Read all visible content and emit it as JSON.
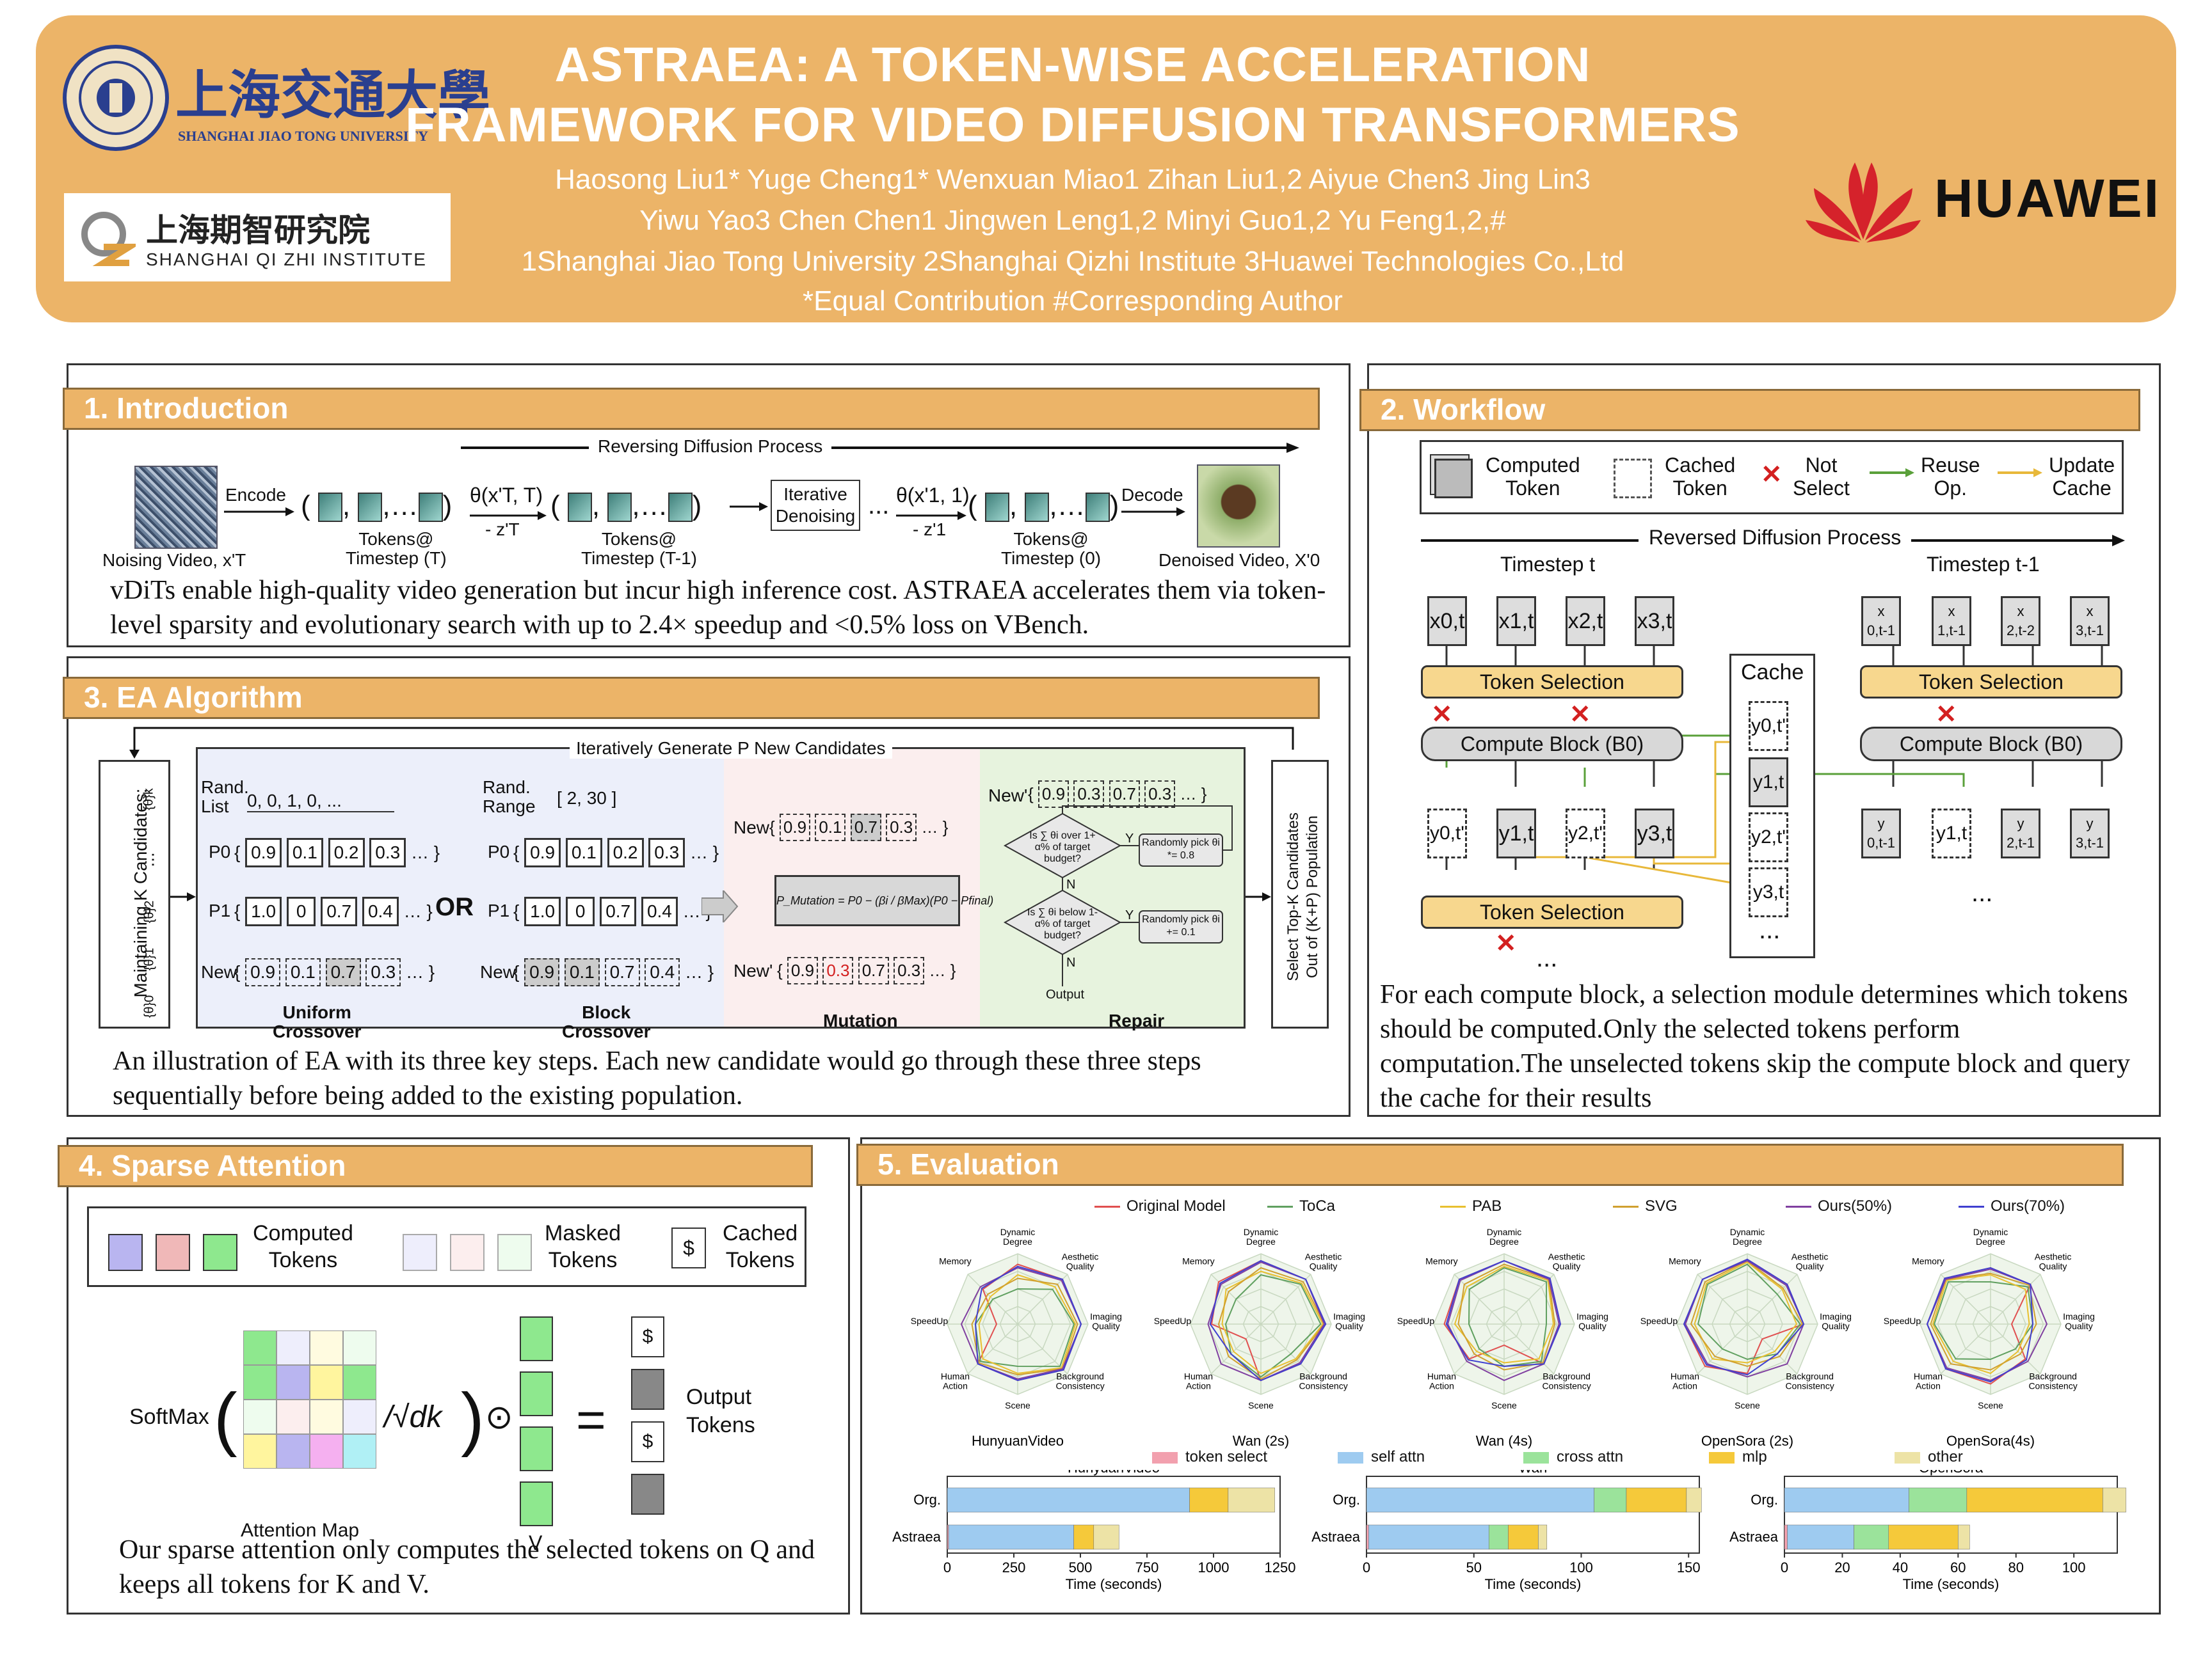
{
  "header": {
    "title_line1": "ASTRAEA: A TOKEN-WISE ACCELERATION",
    "title_line2": "FRAMEWORK FOR VIDEO DIFFUSION TRANSFORMERS",
    "authors_line1": "Haosong Liu1* Yuge Cheng1* Wenxuan Miao1 Zihan Liu1,2 Aiyue Chen3 Jing Lin3",
    "authors_line2": "Yiwu Yao3 Chen Chen1 Jingwen Leng1,2 Minyi Guo1,2 Yu Feng1,2,#",
    "affiliations": "1Shanghai Jiao Tong University  2Shanghai Qizhi Institute  3Huawei Technologies Co.,Ltd",
    "notes": "*Equal Contribution  #Corresponding Author",
    "sjtu_cn": "上海交通大學",
    "sjtu_en": "SHANGHAI JIAO TONG UNIVERSITY",
    "qizhi_cn": "上海期智研究院",
    "qizhi_en": "SHANGHAI QI ZHI INSTITUTE",
    "huawei": "HUAWEI"
  },
  "intro": {
    "title": "1. Introduction",
    "process_label": "Reversing Diffusion Process",
    "encode": "Encode",
    "decode": "Decode",
    "noising_video": "Noising Video, x'T",
    "denoised_video": "Denoised Video, X'0",
    "theta1": "θ(x'T, T)",
    "minus1": "- z'T",
    "theta2": "θ(x'1, 1)",
    "minus2": "- z'1",
    "tokens_t": "Tokens@\nTimestep (T)",
    "tokens_t1": "Tokens@\nTimestep (T-1)",
    "tokens_0": "Tokens@\nTimestep (0)",
    "iterative": "Iterative\nDenoising",
    "dots": "...",
    "caption": "vDiTs enable high-quality video generation but incur high inference cost. ASTRAEA accelerates them via token-level sparsity and evolutionary search with up to 2.4× speedup and <0.5% loss on VBench."
  },
  "workflow": {
    "title": "2. Workflow",
    "legend": [
      "Computed\nToken",
      "Cached\nToken",
      "Not\nSelect",
      "Reuse\nOp.",
      "Update\nCache"
    ],
    "process_label": "Reversed Diffusion Process",
    "timestep_t": "Timestep t",
    "timestep_t1": "Timestep t-1",
    "xt": [
      "x0,t",
      "x1,t",
      "x2,t",
      "x3,t"
    ],
    "xt1": [
      "x\n0,t-1",
      "x\n1,t-1",
      "x\n2,t-2",
      "x\n3,t-1"
    ],
    "token_selection": "Token Selection",
    "compute_block": "Compute Block (B0)",
    "cache": "Cache",
    "cache_items": [
      "y0,t'",
      "y1,t",
      "y2,t'",
      "y3,t"
    ],
    "yt": [
      "y0,t'",
      "y1,t",
      "y2,t'",
      "y3,t"
    ],
    "yt1": [
      "y\n0,t-1",
      "y1,t",
      "y\n2,t-1",
      "y\n3,t-1"
    ],
    "dots": "...",
    "caption": "For each compute block, a selection module determines which tokens should be computed.Only the selected tokens perform computation.The unselected tokens skip the compute block and query the cache for their results"
  },
  "ea": {
    "title": "3. EA Algorithm",
    "maintaining": "Maintaining K Candidates:",
    "theta_labels": [
      "{θ}k",
      "...",
      "{θ}2",
      "{θ}1",
      "{θ}0"
    ],
    "iter_label": "Iteratively Generate P New Candidates",
    "select_label": "Select Top-K Candidates\nOut of (K+P) Population",
    "rand_list": "Rand.\nList",
    "rand_list_val": "0, 0, 1, 0, ...",
    "rand_range": "Rand.\nRange",
    "rand_range_val": "2, 30",
    "p0": [
      "0.9",
      "0.1",
      "0.2",
      "0.3"
    ],
    "p1": [
      "1.0",
      "0",
      "0.7",
      "0.4"
    ],
    "new_uniform": [
      "0.9",
      "0.1",
      "0.7",
      "0.3"
    ],
    "new_block": [
      "0.9",
      "0.1",
      "0.7",
      "0.4"
    ],
    "or_label": "OR",
    "mut_new": [
      "0.9",
      "0.1",
      "0.7",
      "0.3"
    ],
    "mut_new2": [
      "0.9",
      "0.3",
      "0.7",
      "0.3"
    ],
    "mutation_formula": "P_Mutation = P0 − (βi / βMax)(P0 − Pfinal)",
    "repair_new": [
      "0.9",
      "0.3",
      "0.7",
      "0.3"
    ],
    "repair_q1": "Is ∑ θi over 1+ α% of target budget?",
    "repair_q2": "Is ∑ θi below 1- α% of target budget?",
    "repair_a1": "Randomly pick θi *= 0.8",
    "repair_a2": "Randomly pick θi += 0.1",
    "yes": "Y",
    "no": "N",
    "output": "Output",
    "labels": [
      "Uniform\nCrossover",
      "Block\nCrossover",
      "Mutation",
      "Repair"
    ],
    "p0_label": "P0",
    "p1_label": "P1",
    "new_label": "New",
    "new_prime": "New'",
    "caption": "An illustration of EA with its three key steps. Each new candidate would go through these three steps sequentially before being added to the existing population."
  },
  "sparse": {
    "title": "4. Sparse Attention",
    "legend": [
      "Computed\nTokens",
      "Masked\nTokens",
      "Cached\nTokens"
    ],
    "softmax": "SoftMax",
    "dk": "/√dk",
    "attention_map": "Attention Map",
    "v_label": "V",
    "output_tokens": "Output\nTokens",
    "caption": "Our sparse attention only computes the selected tokens on Q and keeps all tokens for K and V."
  },
  "evaluation": {
    "title": "5. Evaluation",
    "legend": [
      {
        "name": "Original Model",
        "color": "#e05050"
      },
      {
        "name": "ToCa",
        "color": "#60a060"
      },
      {
        "name": "PAB",
        "color": "#e8c030"
      },
      {
        "name": "SVG",
        "color": "#d0a030"
      },
      {
        "name": "Ours(50%)",
        "color": "#8040a0"
      },
      {
        "name": "Ours(70%)",
        "color": "#4040d0"
      }
    ],
    "axes": [
      "Dynamic\nDegree",
      "Aesthetic\nQuality",
      "Imaging\nQuality",
      "Background\nConsistency",
      "Scene",
      "Human\nAction",
      "SpeedUp",
      "Memory"
    ],
    "radar_titles": [
      "HunyuanVideo",
      "Wan (2s)",
      "Wan (4s)",
      "OpenSora (2s)",
      "OpenSora(4s)"
    ],
    "bar_legend": [
      {
        "name": "token select",
        "color": "#f2a0ae"
      },
      {
        "name": "self attn",
        "color": "#9ecbf0"
      },
      {
        "name": "cross attn",
        "color": "#9be39b"
      },
      {
        "name": "mlp",
        "color": "#f5c93a"
      },
      {
        "name": "other",
        "color": "#ede3a6"
      }
    ],
    "xlabel": "Time (seconds)",
    "row_labels": [
      "Org.",
      "Astraea"
    ]
  },
  "chart_data": [
    {
      "type": "bar",
      "title": "HunyuanVideo",
      "xlabel": "Time (seconds)",
      "xlim": [
        0,
        1250
      ],
      "xticks": [
        "0",
        "250",
        "500",
        "750",
        "1000",
        "1250"
      ],
      "categories": [
        "Org.",
        "Astraea"
      ],
      "series": [
        {
          "name": "token select",
          "values": [
            0,
            5
          ]
        },
        {
          "name": "self attn",
          "values": [
            910,
            470
          ]
        },
        {
          "name": "cross attn",
          "values": [
            0,
            0
          ]
        },
        {
          "name": "mlp",
          "values": [
            145,
            75
          ]
        },
        {
          "name": "other",
          "values": [
            175,
            95
          ]
        }
      ]
    },
    {
      "type": "bar",
      "title": "Wan",
      "xlabel": "Time (seconds)",
      "xlim": [
        0,
        155
      ],
      "xticks": [
        "0",
        "50",
        "100",
        "150"
      ],
      "categories": [
        "Org.",
        "Astraea"
      ],
      "series": [
        {
          "name": "token select",
          "values": [
            0,
            1
          ]
        },
        {
          "name": "self attn",
          "values": [
            106,
            56
          ]
        },
        {
          "name": "cross attn",
          "values": [
            15,
            9
          ]
        },
        {
          "name": "mlp",
          "values": [
            28,
            14
          ]
        },
        {
          "name": "other",
          "values": [
            7,
            4
          ]
        }
      ]
    },
    {
      "type": "bar",
      "title": "OpenSora",
      "xlabel": "Time (seconds)",
      "xlim": [
        0,
        115
      ],
      "xticks": [
        "0",
        "20",
        "40",
        "60",
        "80",
        "100"
      ],
      "categories": [
        "Org.",
        "Astraea"
      ],
      "series": [
        {
          "name": "token select",
          "values": [
            0,
            1
          ]
        },
        {
          "name": "self attn",
          "values": [
            43,
            23
          ]
        },
        {
          "name": "cross attn",
          "values": [
            20,
            12
          ]
        },
        {
          "name": "mlp",
          "values": [
            47,
            24
          ]
        },
        {
          "name": "other",
          "values": [
            8,
            4
          ]
        }
      ]
    }
  ]
}
